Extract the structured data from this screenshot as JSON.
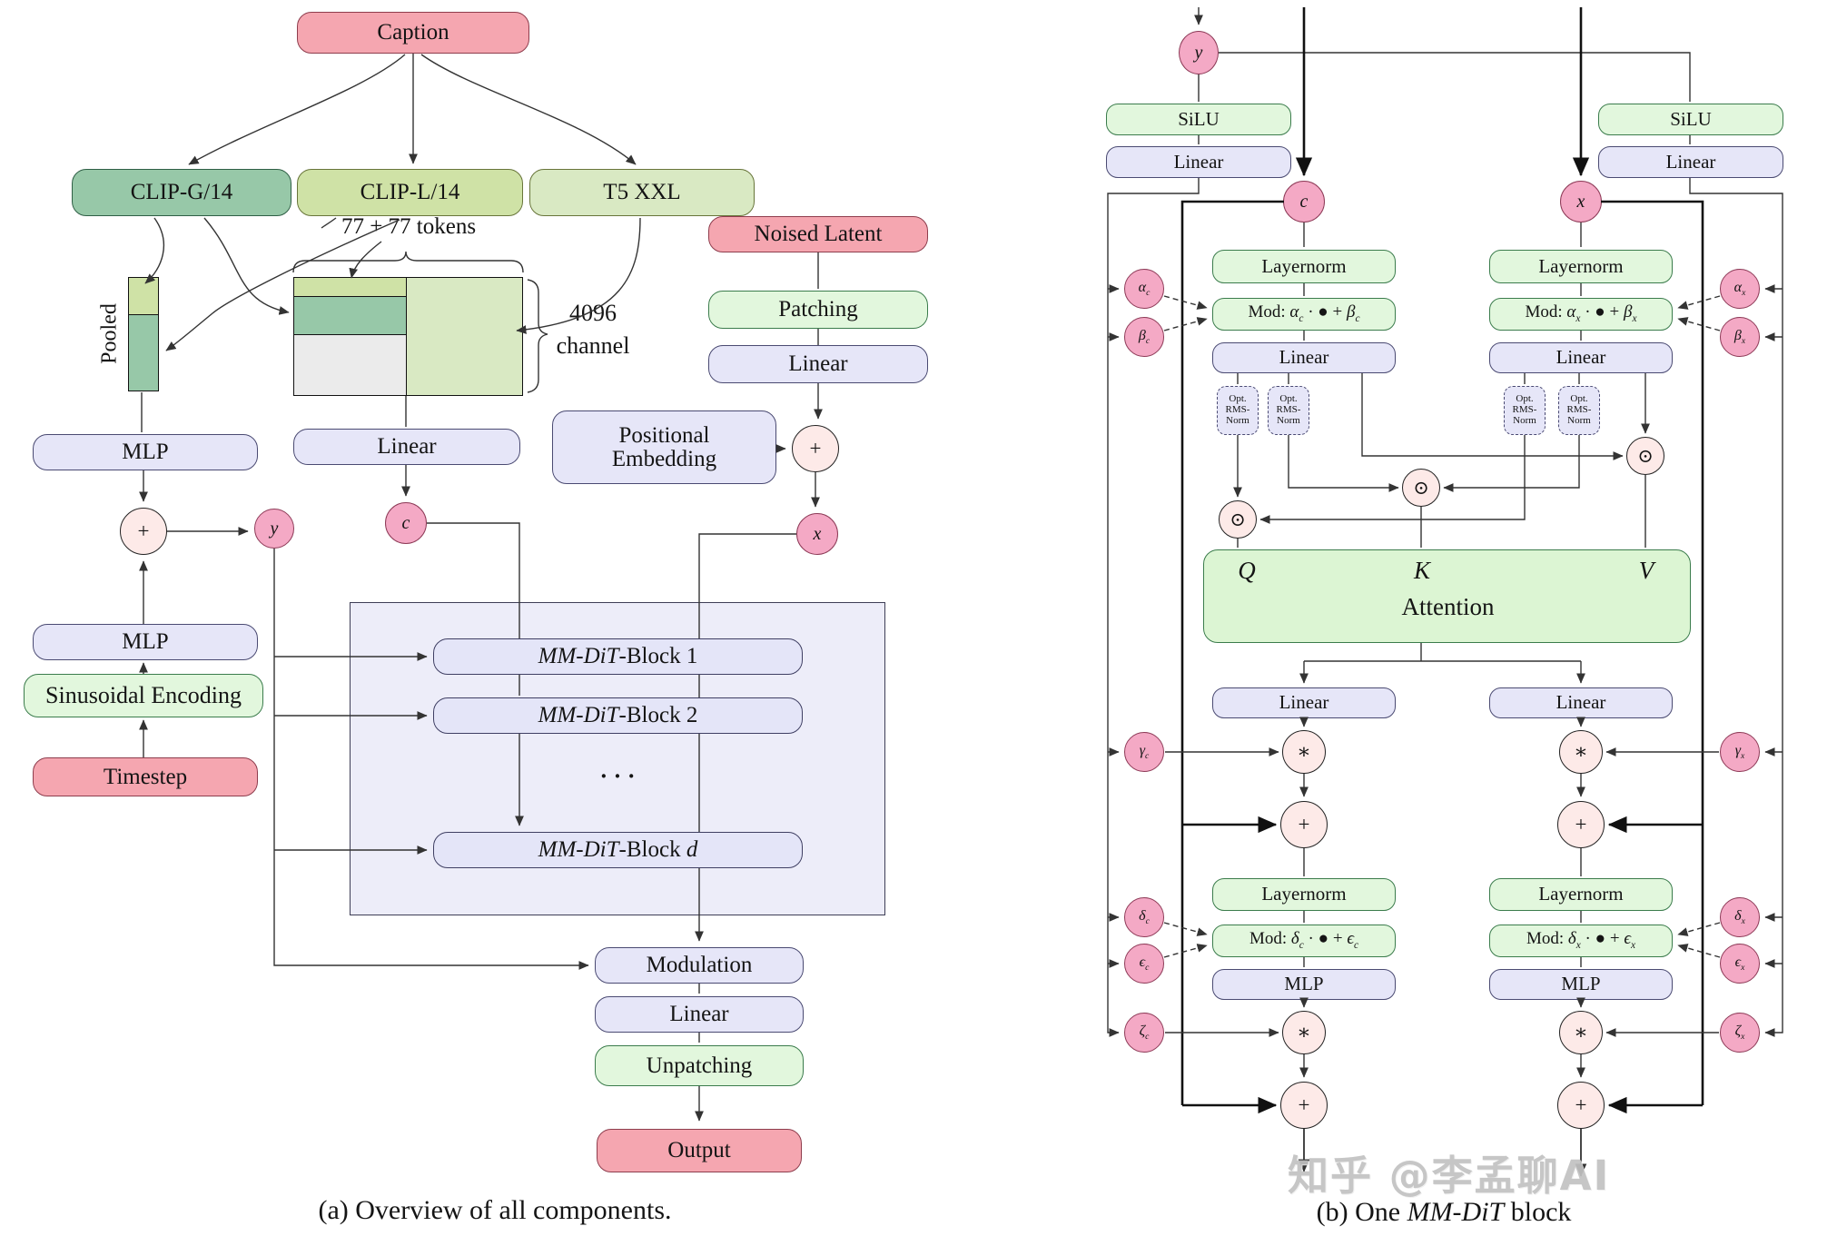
{
  "figure": {
    "caption_a": "(a) Overview of all components.",
    "caption_b_html": "(b) One <i>MM-DiT</i> block",
    "watermark": "知乎 @李孟聊AI"
  },
  "colors": {
    "pink_box": "#f5a6b0",
    "green_box": "#e2f7dd",
    "lavender_box": "#e6e6f8",
    "teal_box": "#97c8a8",
    "yellow_green_box": "#cfe2a6",
    "pale_green_box": "#d9e9c3",
    "attention_box": "#dcf5d3",
    "node_pink": "#f4a9c5",
    "node_pale": "#fdeae8",
    "container": "#ededf9",
    "gray_cell": "#ebebeb",
    "line": "#333333"
  },
  "panel_a": {
    "caption_box": "Caption",
    "clip_g": "CLIP-G/14",
    "clip_l": "CLIP-L/14",
    "t5": "T5 XXL",
    "tokens_label": "77 + 77 tokens",
    "pooled_label": "Pooled",
    "channel_value": "4096",
    "channel_word": "channel",
    "noised_latent": "Noised Latent",
    "patching": "Patching",
    "linear": "Linear",
    "pos_emb_html": "Positional<br>Embedding",
    "mlp": "MLP",
    "sinusoidal": "Sinusoidal Encoding",
    "timestep": "Timestep",
    "plus": "+",
    "y": "y",
    "c": "c",
    "x": "x",
    "block1_html": "<i>MM-DiT</i>-Block 1",
    "block2_html": "<i>MM-DiT</i>-Block 2",
    "block_dots": "· · ·",
    "blockd_html": "<i>MM-DiT</i>-Block <i>d</i>",
    "modulation": "Modulation",
    "unpatching": "Unpatching",
    "output": "Output"
  },
  "panel_b": {
    "y": "y",
    "c": "c",
    "x": "x",
    "silu": "SiLU",
    "linear": "Linear",
    "layernorm": "Layernorm",
    "mlp": "MLP",
    "rms_html": "Opt.<br>RMS-<br>Norm",
    "attention": "Attention",
    "q": "Q",
    "k": "K",
    "v": "V",
    "star": "∗",
    "plus": "+",
    "odot": "⊙",
    "mod_ab_c_html": "Mod: <i>α<sub>c</sub></i> · ● + <i>β<sub>c</sub></i>",
    "mod_ab_x_html": "Mod: <i>α<sub>x</sub></i> · ● + <i>β<sub>x</sub></i>",
    "mod_de_c_html": "Mod: <i>δ<sub>c</sub></i> · ● + <i>ϵ<sub>c</sub></i>",
    "mod_de_x_html": "Mod: <i>δ<sub>x</sub></i> · ● + <i>ϵ<sub>x</sub></i>",
    "alpha_c_html": "<i>α<sub>c</sub></i>",
    "beta_c_html": "<i>β<sub>c</sub></i>",
    "gamma_c_html": "<i>γ<sub>c</sub></i>",
    "delta_c_html": "<i>δ<sub>c</sub></i>",
    "epsilon_c_html": "<i>ϵ<sub>c</sub></i>",
    "zeta_c_html": "<i>ζ<sub>c</sub></i>",
    "alpha_x_html": "<i>α<sub>x</sub></i>",
    "beta_x_html": "<i>β<sub>x</sub></i>",
    "gamma_x_html": "<i>γ<sub>x</sub></i>",
    "delta_x_html": "<i>δ<sub>x</sub></i>",
    "epsilon_x_html": "<i>ϵ<sub>x</sub></i>",
    "zeta_x_html": "<i>ζ<sub>x</sub></i>"
  }
}
